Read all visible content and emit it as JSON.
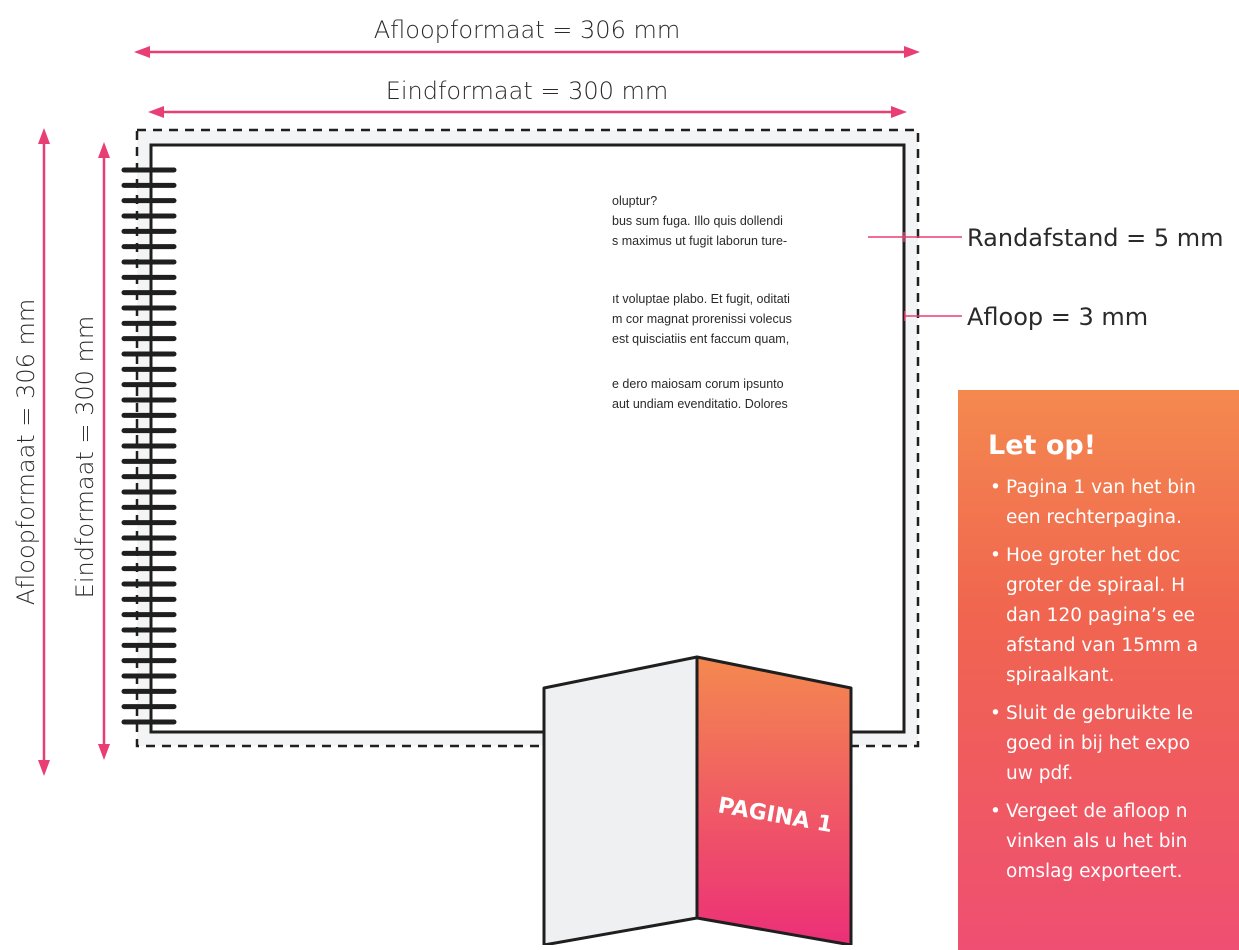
{
  "dimensions": {
    "bleed_width": "Afloopformaat = 306 mm",
    "trim_width": "Eindformaat = 300 mm",
    "bleed_height": "Afloopformaat = 306 mm",
    "trim_height": "Eindformaat = 300 mm"
  },
  "callouts": {
    "margin": "Randafstand = 5 mm",
    "bleed": "Afloop = 3 mm"
  },
  "sample_text": {
    "paragraphs": [
      [
        "oluptur?",
        "bus sum fuga. Illo quis dollendi",
        "s maximus ut fugit laborun ture-"
      ],
      [
        "ıt voluptae plabo. Et fugit, oditati",
        "m cor magnat prorenissi volecus",
        "est quisciatiis ent faccum quam,"
      ],
      [
        "e dero maiosam corum ipsunto",
        "aut undiam evenditatio. Dolores"
      ]
    ]
  },
  "booklet": {
    "label": "PAGINA 1"
  },
  "notice": {
    "title": "Let op!",
    "items": [
      [
        "Pagina 1 van het bin",
        "een rechterpagina."
      ],
      [
        "Hoe groter het doc",
        "groter de spiraal. H",
        "dan 120 pagina’s ee",
        "afstand van 15mm a",
        "spiraalkant."
      ],
      [
        "Sluit de gebruikte le",
        "goed in bij het expo",
        "uw pdf."
      ],
      [
        "Vergeet de afloop n",
        "vinken als u het bin",
        "omslag exporteert."
      ]
    ]
  },
  "colors": {
    "arrow": "#e83e73",
    "notice_top": "#f4894f",
    "notice_bottom": "#ef4f72",
    "spiral": "#1f1f1f"
  }
}
